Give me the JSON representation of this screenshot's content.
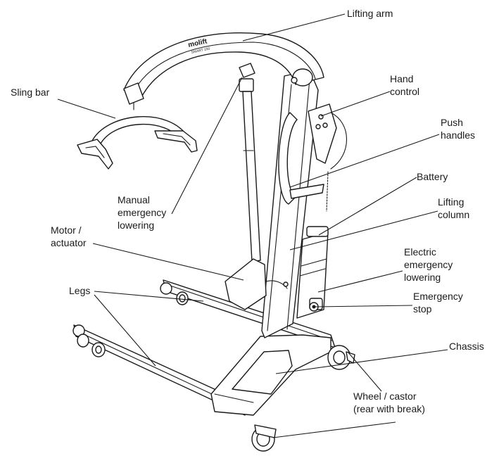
{
  "logo": {
    "brand": "molift",
    "model": "SMART 150"
  },
  "labels": {
    "lifting_arm": "Lifting arm",
    "sling_bar": "Sling bar",
    "hand_control": [
      "Hand",
      "control"
    ],
    "push_handles": [
      "Push",
      "handles"
    ],
    "battery": "Battery",
    "lifting_column": [
      "Lifting",
      "column"
    ],
    "manual_emergency_lowering": [
      "Manual",
      "emergency",
      "lowering"
    ],
    "motor_actuator": [
      "Motor /",
      "actuator"
    ],
    "electric_emergency_lowering": [
      "Electric",
      "emergency",
      "lowering"
    ],
    "emergency_stop": [
      "Emergency",
      "stop"
    ],
    "legs": "Legs",
    "chassis": "Chassis",
    "wheel_castor": [
      "Wheel / castor",
      "(rear with break)"
    ]
  }
}
